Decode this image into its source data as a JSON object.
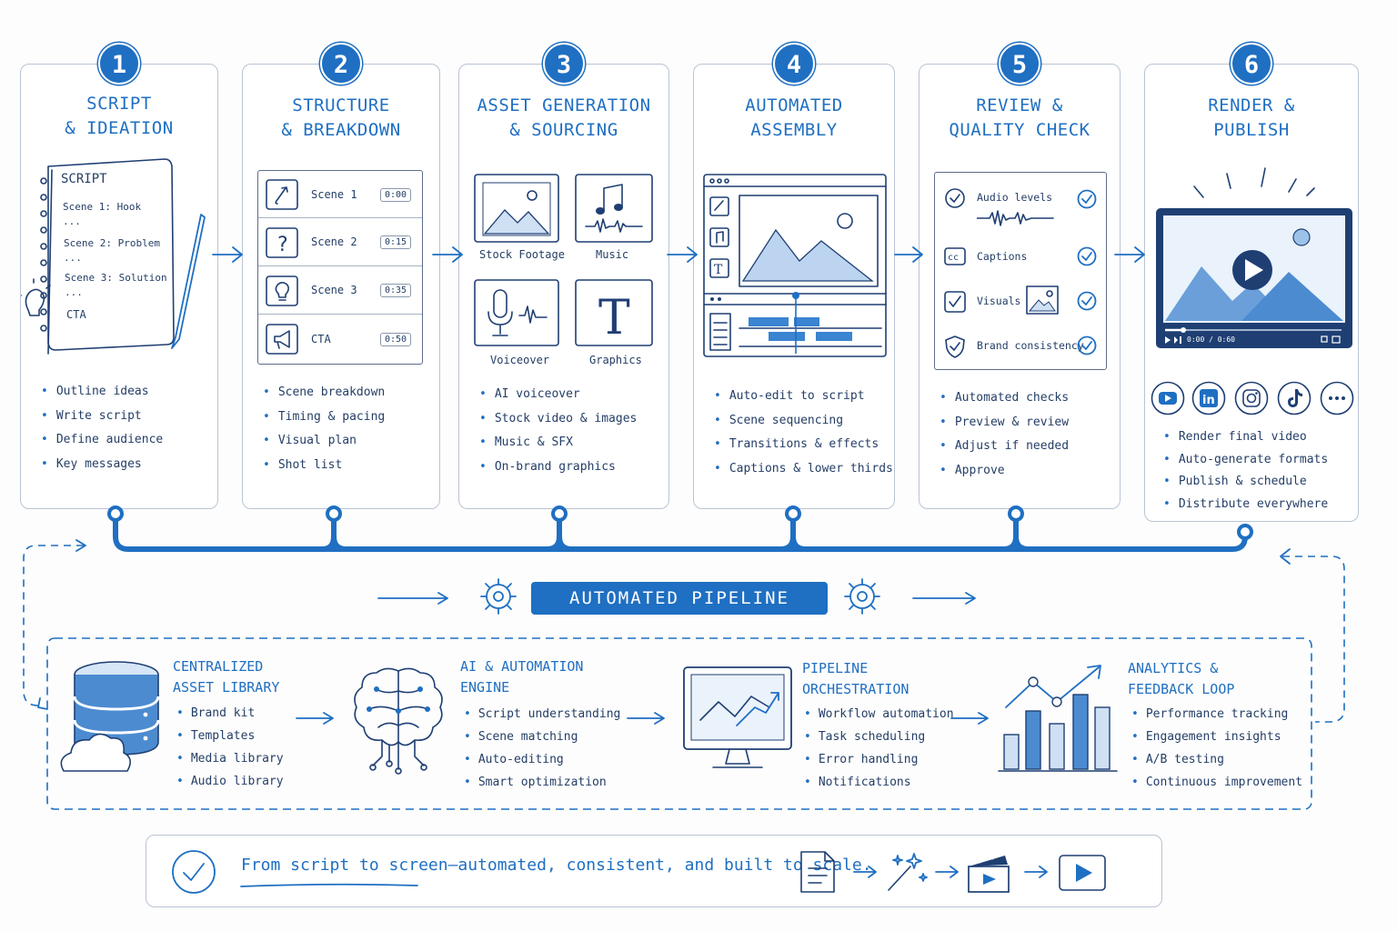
{
  "steps": [
    {
      "number": "1",
      "title_lines": [
        "SCRIPT",
        "& IDEATION"
      ],
      "bullets": [
        "Outline ideas",
        "Write script",
        "Define audience",
        "Key messages"
      ]
    },
    {
      "number": "2",
      "title_lines": [
        "STRUCTURE",
        "& BREAKDOWN"
      ],
      "bullets": [
        "Scene breakdown",
        "Timing & pacing",
        "Visual plan",
        "Shot list"
      ]
    },
    {
      "number": "3",
      "title_lines": [
        "ASSET GENERATION",
        "& SOURCING"
      ],
      "bullets": [
        "AI voiceover",
        "Stock video & images",
        "Music & SFX",
        "On-brand graphics"
      ]
    },
    {
      "number": "4",
      "title_lines": [
        "AUTOMATED",
        "ASSEMBLY"
      ],
      "bullets": [
        "Auto-edit to script",
        "Scene sequencing",
        "Transitions & effects",
        "Captions & lower thirds"
      ]
    },
    {
      "number": "5",
      "title_lines": [
        "REVIEW &",
        "QUALITY CHECK"
      ],
      "bullets": [
        "Automated checks",
        "Preview & review",
        "Adjust if needed",
        "Approve"
      ]
    },
    {
      "number": "6",
      "title_lines": [
        "RENDER &",
        "PUBLISH"
      ],
      "bullets": [
        "Render final video",
        "Auto-generate formats",
        "Publish & schedule",
        "Distribute everywhere"
      ]
    }
  ],
  "notebook": {
    "heading": "SCRIPT",
    "lines": [
      "Scene 1: Hook",
      "...",
      "Scene 2: Problem",
      "...",
      "Scene 3: Solution",
      "...",
      "CTA"
    ]
  },
  "scenes": [
    {
      "label": "Scene 1",
      "time": "0:00",
      "icon": "hook-icon"
    },
    {
      "label": "Scene 2",
      "time": "0:15",
      "icon": "question-icon"
    },
    {
      "label": "Scene 3",
      "time": "0:35",
      "icon": "lightbulb-icon"
    },
    {
      "label": "CTA",
      "time": "0:50",
      "icon": "megaphone-icon"
    }
  ],
  "assets": [
    "Stock Footage",
    "Music",
    "Voiceover",
    "Graphics"
  ],
  "checks": [
    "Audio levels",
    "Captions",
    "Visuals",
    "Brand consistency"
  ],
  "player": {
    "time": "0:00 / 0:60"
  },
  "social_icons": [
    "youtube-icon",
    "linkedin-icon",
    "instagram-icon",
    "tiktok-icon",
    "more-icon"
  ],
  "pipeline_label": "AUTOMATED PIPELINE",
  "systems": [
    {
      "title_lines": [
        "CENTRALIZED",
        "ASSET LIBRARY"
      ],
      "bullets": [
        "Brand kit",
        "Templates",
        "Media library",
        "Audio library"
      ],
      "icon": "database-cloud-icon"
    },
    {
      "title_lines": [
        "AI & AUTOMATION",
        "ENGINE"
      ],
      "bullets": [
        "Script understanding",
        "Scene matching",
        "Auto-editing",
        "Smart optimization"
      ],
      "icon": "ai-brain-icon"
    },
    {
      "title_lines": [
        "PIPELINE",
        "ORCHESTRATION"
      ],
      "bullets": [
        "Workflow automation",
        "Task scheduling",
        "Error handling",
        "Notifications"
      ],
      "icon": "monitor-chart-icon"
    },
    {
      "title_lines": [
        "ANALYTICS &",
        "FEEDBACK LOOP"
      ],
      "bullets": [
        "Performance tracking",
        "Engagement insights",
        "A/B testing",
        "Continuous improvement"
      ],
      "icon": "bar-chart-icon"
    }
  ],
  "footer": {
    "tagline": "From script to screen—automated, consistent, and built to scale.",
    "flow_icons": [
      "document-icon",
      "magic-wand-icon",
      "clapperboard-icon",
      "play-button-icon"
    ]
  },
  "colors": {
    "accent": "#1f6fc2",
    "ink": "#1f3f73",
    "border": "#b9c4d4"
  }
}
